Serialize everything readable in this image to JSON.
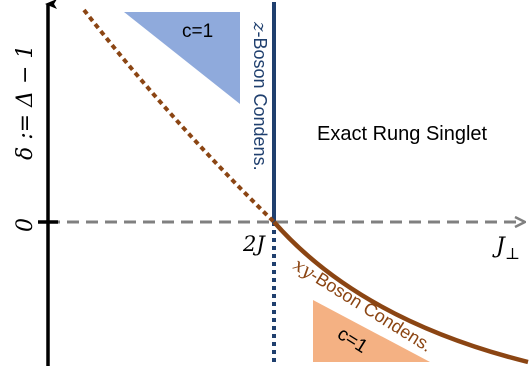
{
  "axes": {
    "y_label_var": "δ",
    "y_label_rest": " := Δ − 1",
    "x_label_var": "J",
    "x_label_sub": "⊥",
    "origin_tick": "0",
    "crit_tick": "2J"
  },
  "regions": {
    "rung_singlet": "Exact Rung Singlet",
    "z_boson_var": "z",
    "z_boson_rest": "-Boson Condens.",
    "xy_boson_var": "xy",
    "xy_boson_rest": "-Boson Condens."
  },
  "slopes": {
    "upper": "c=1",
    "lower": "c=1"
  },
  "colors": {
    "axis": "#000000",
    "dashed_axis": "#808080",
    "z_line": "#1f3f6e",
    "z_text": "#1f3f6e",
    "xy_line": "#8b4513",
    "xy_text": "#8b4513",
    "upper_triangle": "#8faadc",
    "lower_triangle": "#f4b183"
  }
}
